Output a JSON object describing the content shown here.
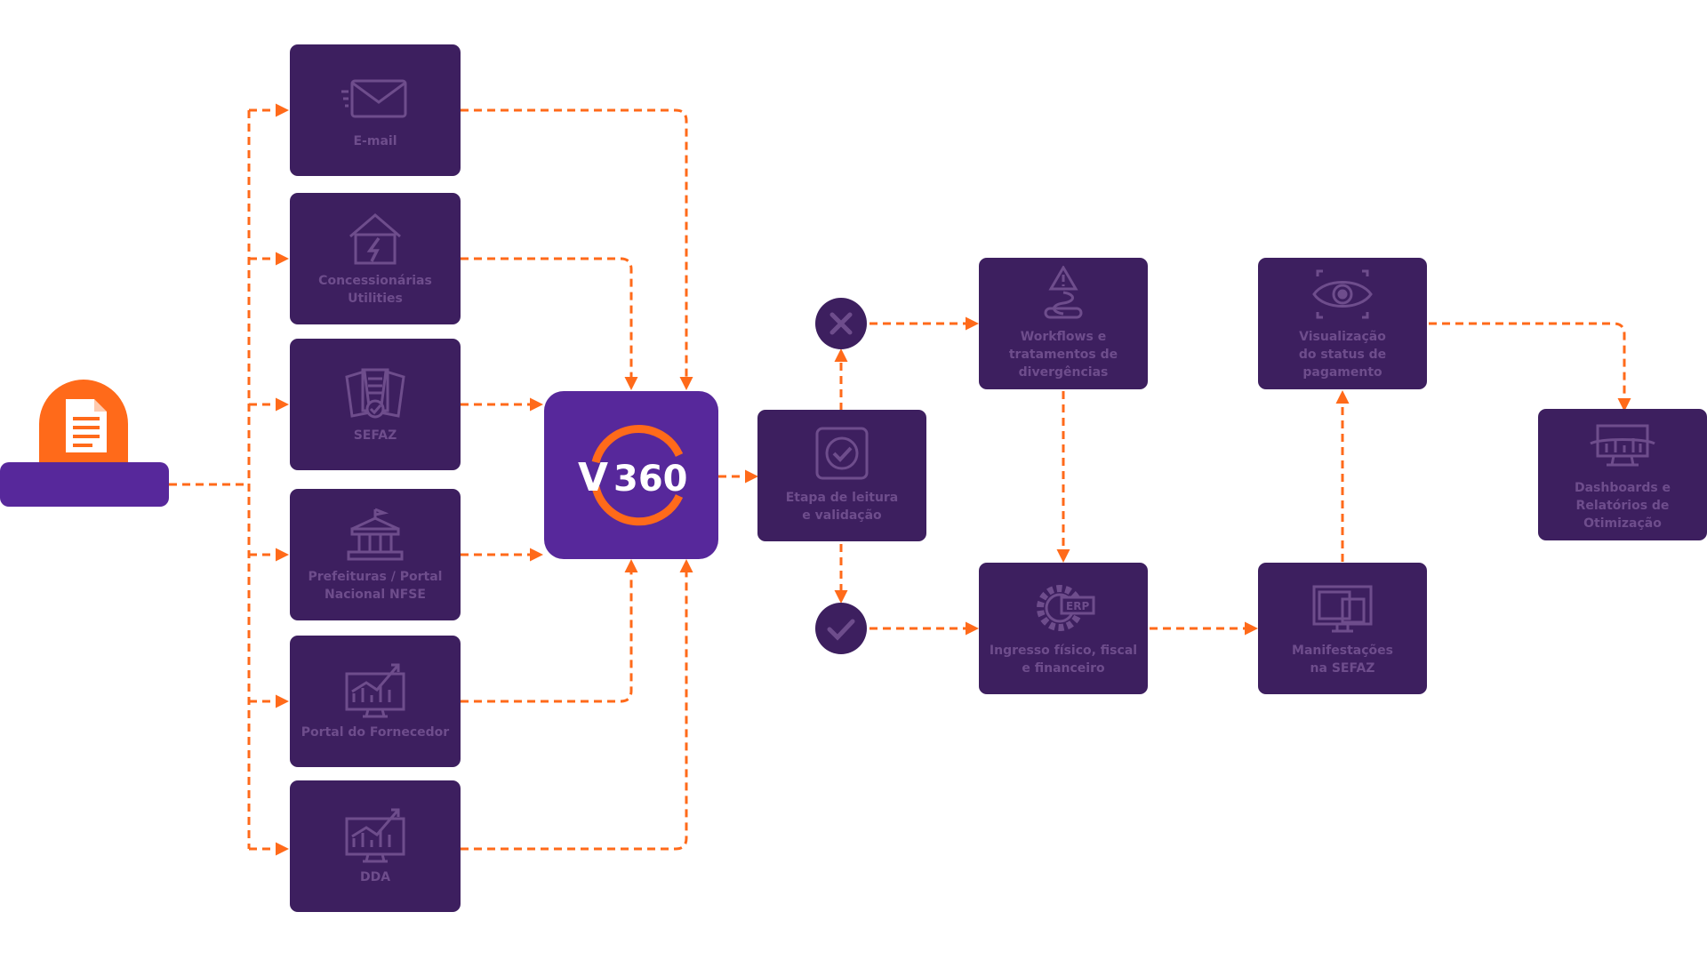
{
  "colors": {
    "node_bg": "#3d1f5f",
    "hub_bg": "#57289b",
    "accent": "#ff6a1a",
    "node_text": "#6e4d8c"
  },
  "hub": {
    "logo_v": "V",
    "logo_number": "360"
  },
  "sources": [
    {
      "icon": "envelope-icon",
      "label": "E-mail"
    },
    {
      "icon": "house-lightning-icon",
      "label": "Concessionárias\nUtilities"
    },
    {
      "icon": "documents-check-icon",
      "label": "SEFAZ"
    },
    {
      "icon": "government-building-icon",
      "label": "Prefeituras / Portal\nNacional NFSE"
    },
    {
      "icon": "monitor-chart-icon",
      "label": "Portal do Fornecedor"
    },
    {
      "icon": "monitor-chart-icon",
      "label": "DDA"
    }
  ],
  "steps": {
    "reading": {
      "icon": "check-square-icon",
      "label": "Etapa de leitura\ne validação"
    },
    "workflows": {
      "icon": "warning-flow-icon",
      "label": "Workflows e\ntratamentos de\ndivergências"
    },
    "ingresso": {
      "icon": "erp-gear-icon",
      "label": "Ingresso físico, fiscal\ne financeiro"
    },
    "manifest": {
      "icon": "screens-icon",
      "label": "Manifestações\nna SEFAZ"
    },
    "status": {
      "icon": "eye-icon",
      "label": "Visualização\ndo status de\npagamento"
    },
    "dashboards": {
      "icon": "dashboard-monitor-icon",
      "label": "Dashboards e\nRelatórios de\nOtimização"
    }
  },
  "decisions": {
    "reject_icon": "x-icon",
    "approve_icon": "check-icon"
  },
  "document_icon": "document-icon"
}
